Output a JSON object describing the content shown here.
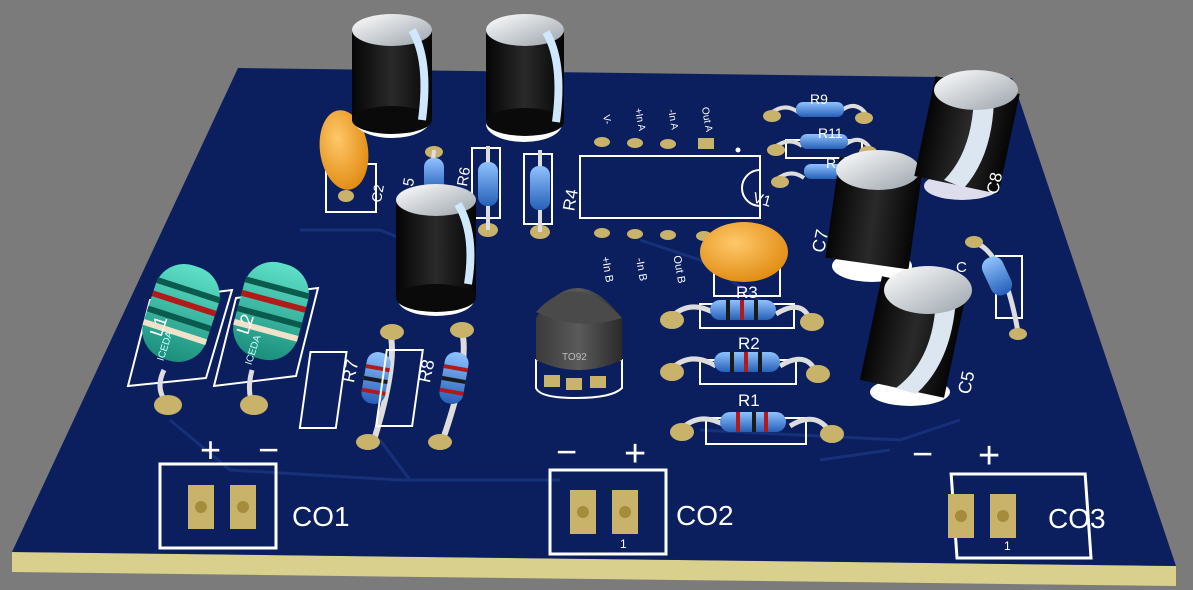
{
  "background_color": "#7b7b7b",
  "board_color": "#0b1f5e",
  "silk_color": "#ffffff",
  "pad_color": "#c9b26a",
  "labels": {
    "l1": "L1",
    "l2": "L2",
    "r1": "R1",
    "r2": "R2",
    "r3": "R3",
    "r4": "R4",
    "r5": "5",
    "r6": "R6",
    "r7": "R7",
    "r8": "R8",
    "r9": "R9",
    "r11": "R11",
    "r12": "R",
    "c5": "C5",
    "c7": "C7",
    "c8": "C8",
    "c2": "C2",
    "c_small": "C",
    "v1": "V1",
    "to92": "TO92",
    "co1": "CO1",
    "co2": "CO2",
    "co3": "CO3",
    "inductor_brand": "ICEDA",
    "pin1": "1"
  },
  "ic_pins_top": [
    "V-",
    "+In A",
    "-In A",
    "Out A"
  ],
  "ic_pins_bottom": [
    "+In B",
    "-In B",
    "Out B"
  ],
  "polarity": {
    "co1": [
      "+",
      "−"
    ],
    "co2": [
      "−",
      "+"
    ],
    "co3": [
      "−",
      "+"
    ]
  }
}
